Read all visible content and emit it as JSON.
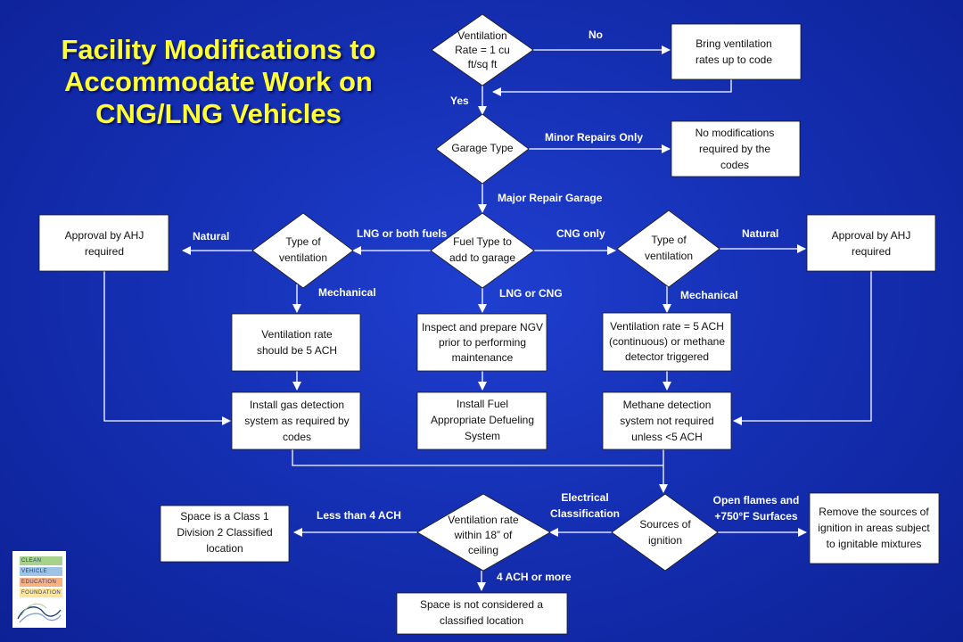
{
  "title": "Facility Modifications to Accommodate Work on CNG/LNG Vehicles",
  "logo": {
    "words": [
      "CLEAN",
      "VEHICLE",
      "EDUCATION",
      "FOUNDATION"
    ],
    "colors": [
      "#a9d18e",
      "#9dc3e6",
      "#f4b183",
      "#ffe699"
    ]
  },
  "colors": {
    "background": "#1530b4",
    "title": "#ffff33",
    "node": "#ffffff",
    "line": "#ffffff"
  },
  "nodes": [
    {
      "id": "vent_rate",
      "shape": "diamond",
      "lines": [
        "Ventilation",
        "Rate = 1 cu",
        "ft/sq ft"
      ]
    },
    {
      "id": "bring_vent",
      "shape": "box",
      "lines": [
        "Bring ventilation",
        "rates up to code"
      ]
    },
    {
      "id": "garage_type",
      "shape": "diamond",
      "lines": [
        "Garage Type"
      ]
    },
    {
      "id": "no_mods",
      "shape": "box",
      "lines": [
        "No modifications",
        "required by the",
        "codes"
      ]
    },
    {
      "id": "fuel_type",
      "shape": "diamond",
      "lines": [
        "Fuel Type to",
        "add to garage"
      ]
    },
    {
      "id": "type_vent_left",
      "shape": "diamond",
      "lines": [
        "Type of",
        "ventilation"
      ]
    },
    {
      "id": "type_vent_right",
      "shape": "diamond",
      "lines": [
        "Type of",
        "ventilation"
      ]
    },
    {
      "id": "ahj_left",
      "shape": "box",
      "lines": [
        "Approval  by AHJ",
        "required"
      ]
    },
    {
      "id": "ahj_right",
      "shape": "box",
      "lines": [
        "Approval  by AHJ",
        "required"
      ]
    },
    {
      "id": "vent5_left",
      "shape": "box",
      "lines": [
        "Ventilation rate",
        "should be 5 ACH"
      ]
    },
    {
      "id": "inspect",
      "shape": "box",
      "lines": [
        "Inspect and prepare NGV",
        "prior to  performing",
        "maintenance"
      ]
    },
    {
      "id": "vent5_right",
      "shape": "box",
      "lines": [
        "Ventilation rate = 5 ACH",
        "(continuous) or methane",
        "detector triggered"
      ]
    },
    {
      "id": "gas_detect",
      "shape": "box",
      "lines": [
        "Install gas detection",
        "system as required by",
        "codes"
      ]
    },
    {
      "id": "defuel",
      "shape": "box",
      "lines": [
        "Install Fuel",
        "Appropriate Defueling",
        "System"
      ]
    },
    {
      "id": "methane_not",
      "shape": "box",
      "lines": [
        "Methane detection",
        "system not required",
        "unless <5 ACH"
      ]
    },
    {
      "id": "sources",
      "shape": "diamond",
      "lines": [
        "Sources of",
        "ignition"
      ]
    },
    {
      "id": "remove_sources",
      "shape": "box",
      "lines": [
        "Remove the sources of",
        "ignition in areas subject",
        "to ignitable mixtures"
      ]
    },
    {
      "id": "vent_18",
      "shape": "diamond",
      "lines": [
        "Ventilation rate",
        "within 18” of",
        "ceiling"
      ]
    },
    {
      "id": "class1",
      "shape": "box",
      "lines": [
        "Space is a Class 1",
        "Division 2 Classified",
        "location"
      ]
    },
    {
      "id": "not_classified",
      "shape": "box",
      "lines": [
        "Space is not considered a",
        "classified location"
      ]
    }
  ],
  "edge_labels": {
    "no": "No",
    "yes": "Yes",
    "minor": "Minor Repairs Only",
    "major": "Major Repair Garage",
    "lng_both": "LNG or both fuels",
    "cng_only": "CNG  only",
    "natural_left": "Natural",
    "natural_right": "Natural",
    "mech_left": "Mechanical",
    "mech_right": "Mechanical",
    "lng_cng": "LNG or CNG",
    "electrical": [
      "Electrical",
      "Classification"
    ],
    "open_flames": [
      "Open flames and",
      "+750°F Surfaces"
    ],
    "less4": "Less than 4 ACH",
    "ach4more": "4 ACH or more"
  }
}
